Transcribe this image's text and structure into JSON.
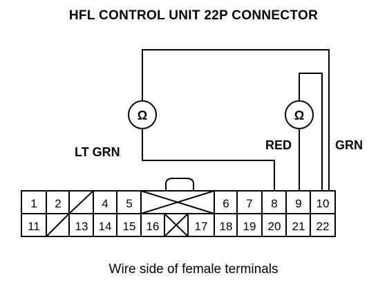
{
  "title": "HFL CONTROL UNIT 22P CONNECTOR",
  "caption": "Wire side of female terminals",
  "meter_symbol": "Ω",
  "wires": {
    "lt_grn": "LT GRN",
    "red": "RED",
    "grn": "GRN"
  },
  "connector": {
    "top_row": [
      "1",
      "2",
      "",
      "4",
      "5",
      "6",
      "7",
      "8",
      "9",
      "10"
    ],
    "bottom_row": [
      "11",
      "",
      "13",
      "14",
      "15",
      "16",
      "",
      "17",
      "18",
      "19",
      "20",
      "21",
      "22"
    ]
  }
}
